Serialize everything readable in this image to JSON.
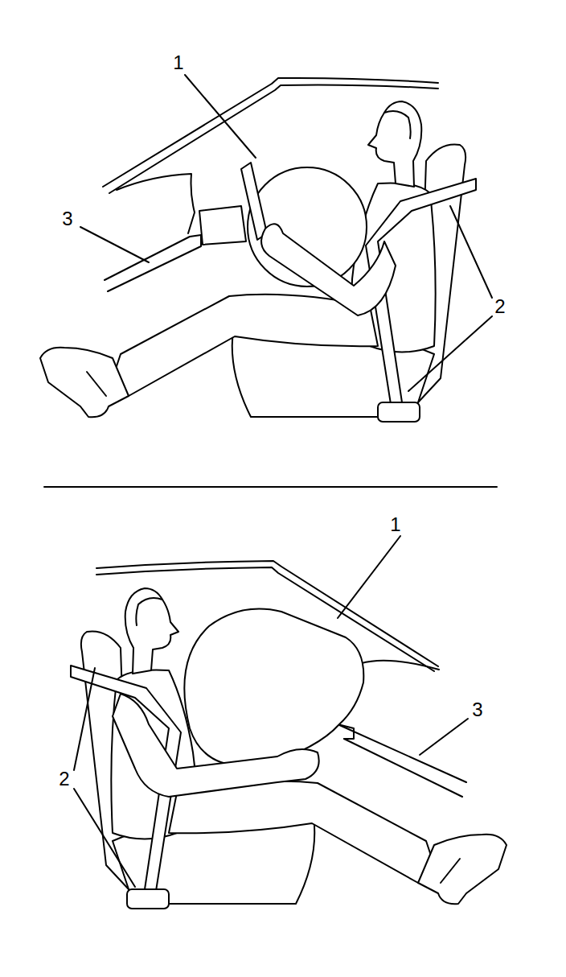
{
  "diagram": {
    "labels": [
      "1",
      "3",
      "2",
      "1",
      "3",
      "2"
    ]
  }
}
